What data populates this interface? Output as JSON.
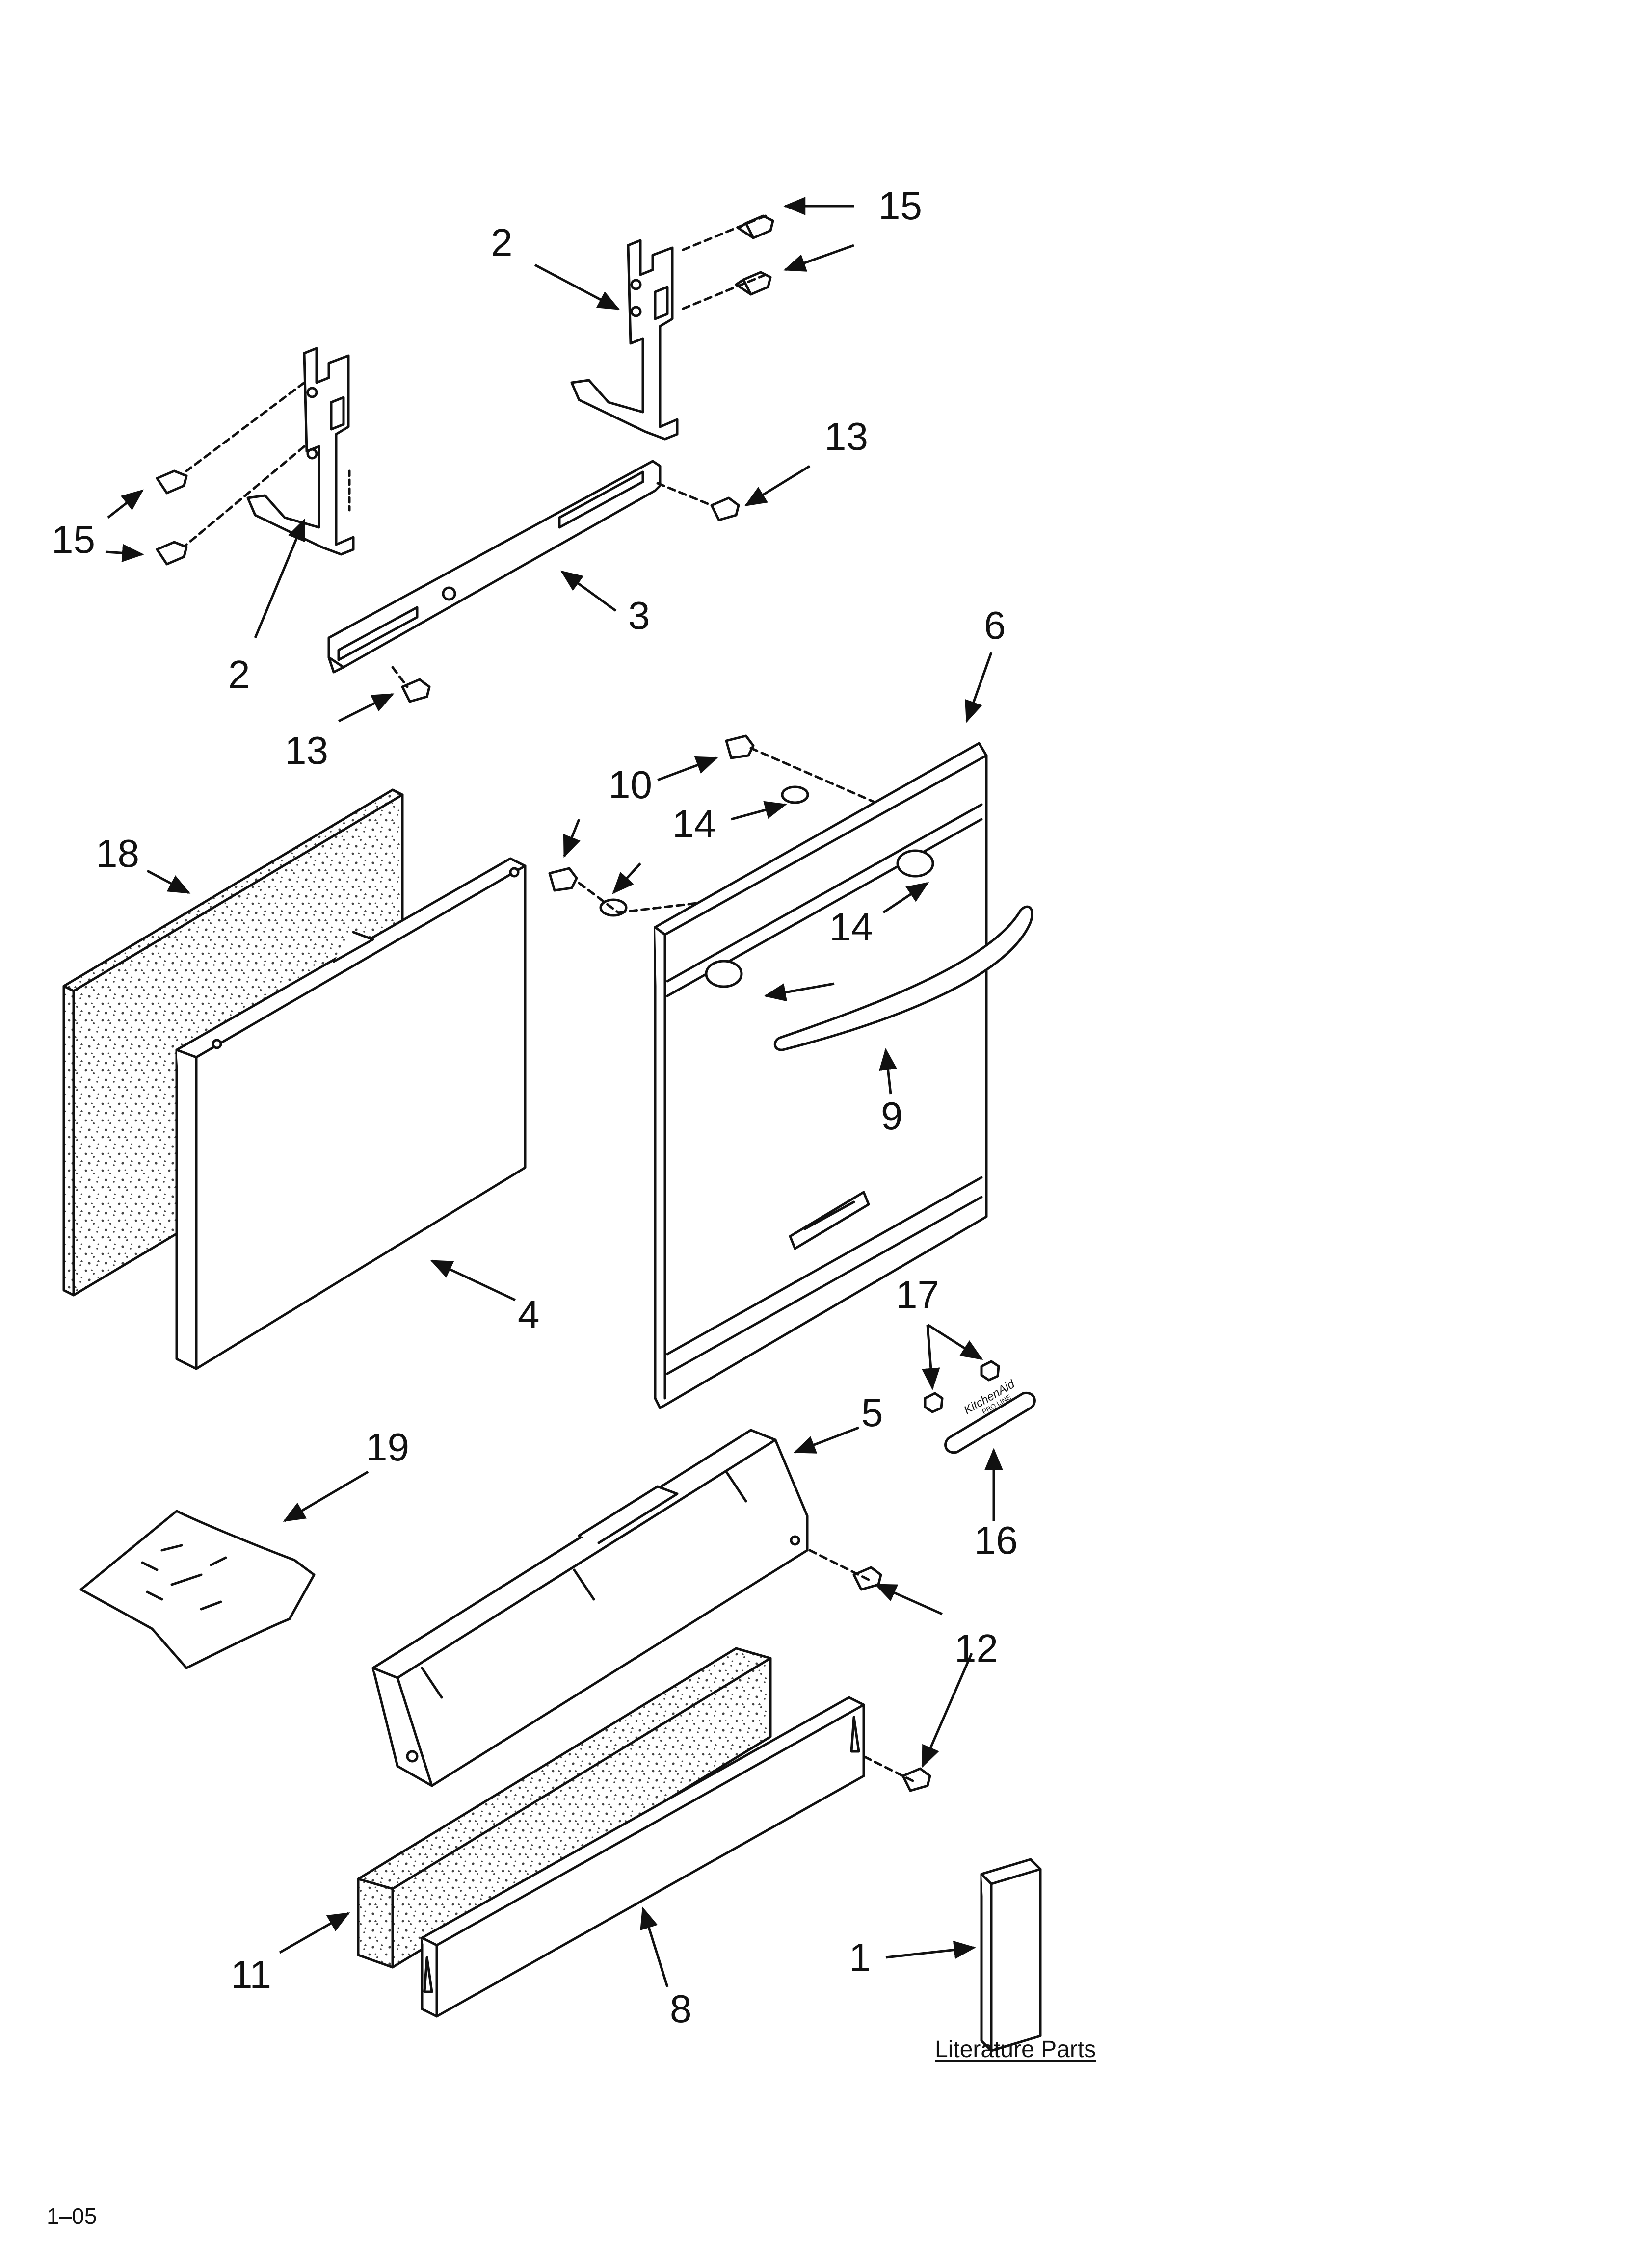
{
  "diagram": {
    "callouts": {
      "c1": "1",
      "c2a": "2",
      "c2b": "2",
      "c3": "3",
      "c4": "4",
      "c5": "5",
      "c6": "6",
      "c8": "8",
      "c9": "9",
      "c10": "10",
      "c11": "11",
      "c12": "12",
      "c13a": "13",
      "c13b": "13",
      "c14a": "14",
      "c14b": "14",
      "c15a": "15",
      "c15b": "15",
      "c16": "16",
      "c17": "17",
      "c18": "18",
      "c19": "19"
    },
    "literature_caption": "Literature Parts",
    "page_code": "1–05",
    "badge_text": "KitchenAid",
    "badge_subtext": "PRO LINE"
  },
  "colors": {
    "line": "#111111",
    "paper": "#ffffff",
    "speckle": "#444444"
  }
}
